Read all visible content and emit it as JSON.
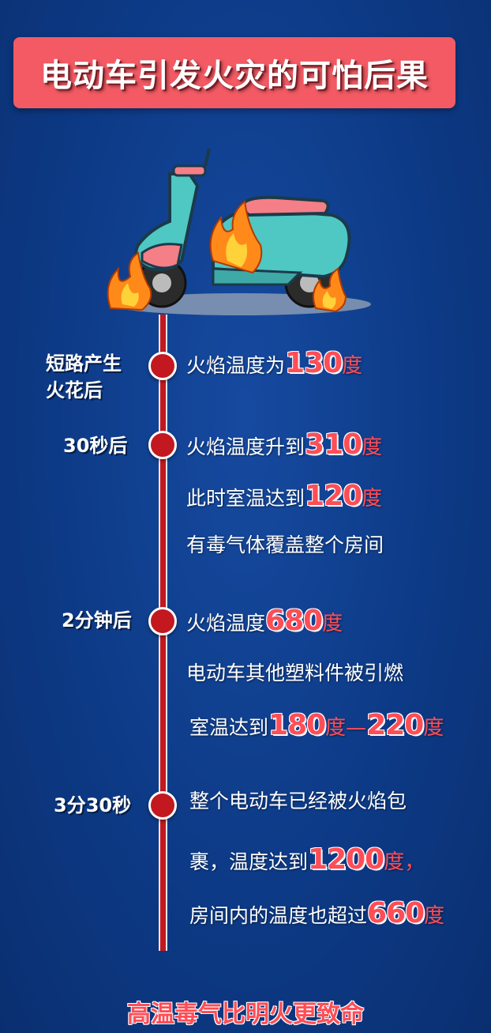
{
  "title": "电动车引发火灾的可怕后果",
  "colors": {
    "background": "#0d3a86",
    "banner": "#f35a64",
    "accent": "#ff4d56",
    "timeline": "#c3181f"
  },
  "timeline": [
    {
      "label_lines": [
        "短路产生",
        "火花后"
      ],
      "lines": [
        {
          "pre": "火焰温度为",
          "num": "130",
          "unit": "度",
          "post": ""
        }
      ]
    },
    {
      "label_lines": [
        "30秒后"
      ],
      "lines": [
        {
          "pre": "火焰温度升到",
          "num": "310",
          "unit": "度",
          "post": ""
        },
        {
          "pre": "此时室温达到",
          "num": "120",
          "unit": "度",
          "post": ""
        },
        {
          "pre": "有毒气体覆盖整个房间",
          "num": "",
          "unit": "",
          "post": ""
        }
      ]
    },
    {
      "label_lines": [
        "2分钟后"
      ],
      "lines": [
        {
          "pre": "火焰温度",
          "num": "680",
          "unit": "度",
          "post": ""
        },
        {
          "pre": "电动车其他塑料件被引燃",
          "num": "",
          "unit": "",
          "post": ""
        },
        {
          "pre": "室温达到",
          "num": "180",
          "unit": "度—",
          "num2": "220",
          "unit2": "度"
        }
      ]
    },
    {
      "label_lines": [
        "3分30秒"
      ],
      "lines": [
        {
          "pre": "整个电动车已经被火焰包",
          "num": "",
          "unit": "",
          "post": ""
        },
        {
          "pre": "裹，温度达到",
          "num": "1200",
          "unit": "度，",
          "post": ""
        },
        {
          "pre": "房间内的温度也超过",
          "num": "660",
          "unit": "度",
          "post": ""
        }
      ]
    }
  ],
  "footer": "高温毒气比明火更致命",
  "illustration": {
    "icon": "burning-scooter-icon"
  }
}
